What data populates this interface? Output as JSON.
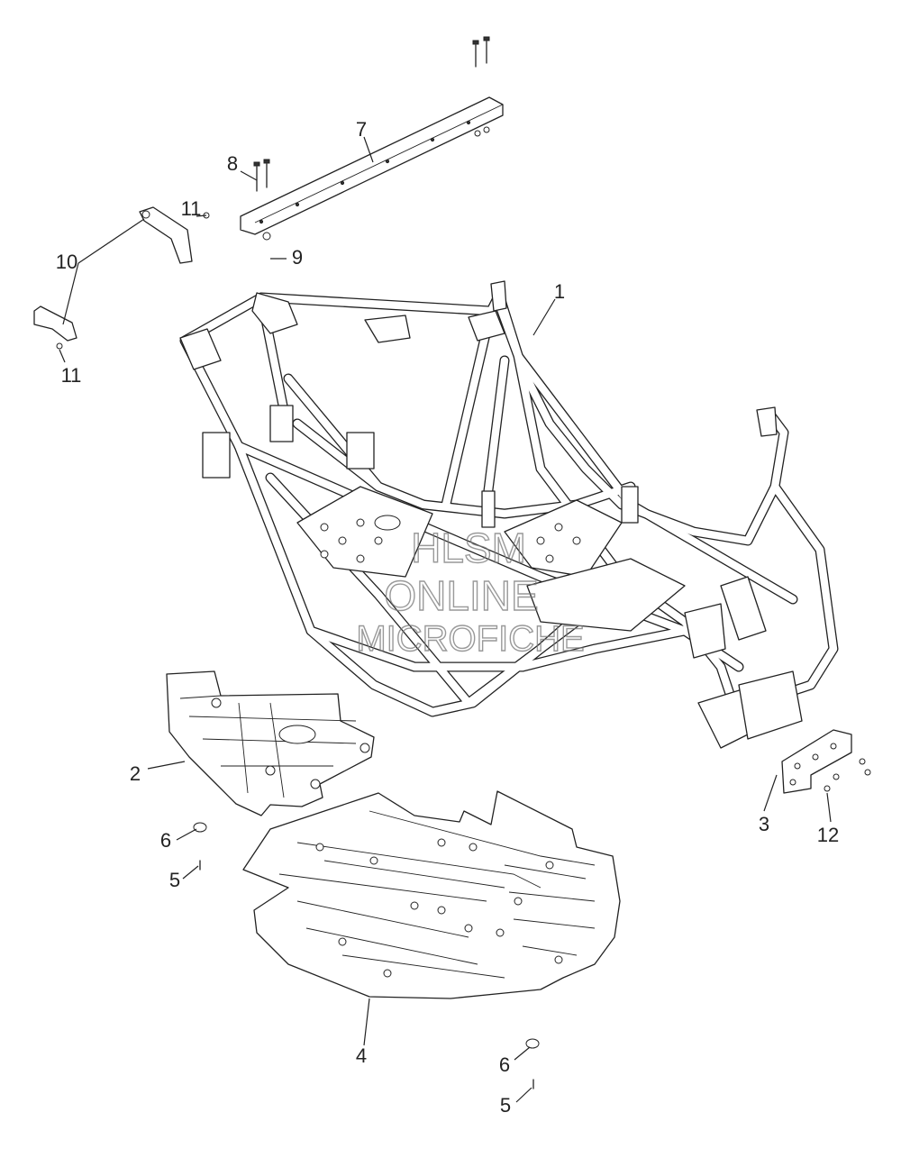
{
  "watermark": {
    "line1": "HLSM",
    "line2": "ONLINE",
    "line3": "MICROFICHE"
  },
  "callouts": {
    "c1": "1",
    "c2": "2",
    "c3": "3",
    "c4": "4",
    "c5a": "5",
    "c5b": "5",
    "c6a": "6",
    "c6b": "6",
    "c7": "7",
    "c8": "8",
    "c9": "9",
    "c10": "10",
    "c11a": "11",
    "c11b": "11",
    "c12": "12"
  }
}
